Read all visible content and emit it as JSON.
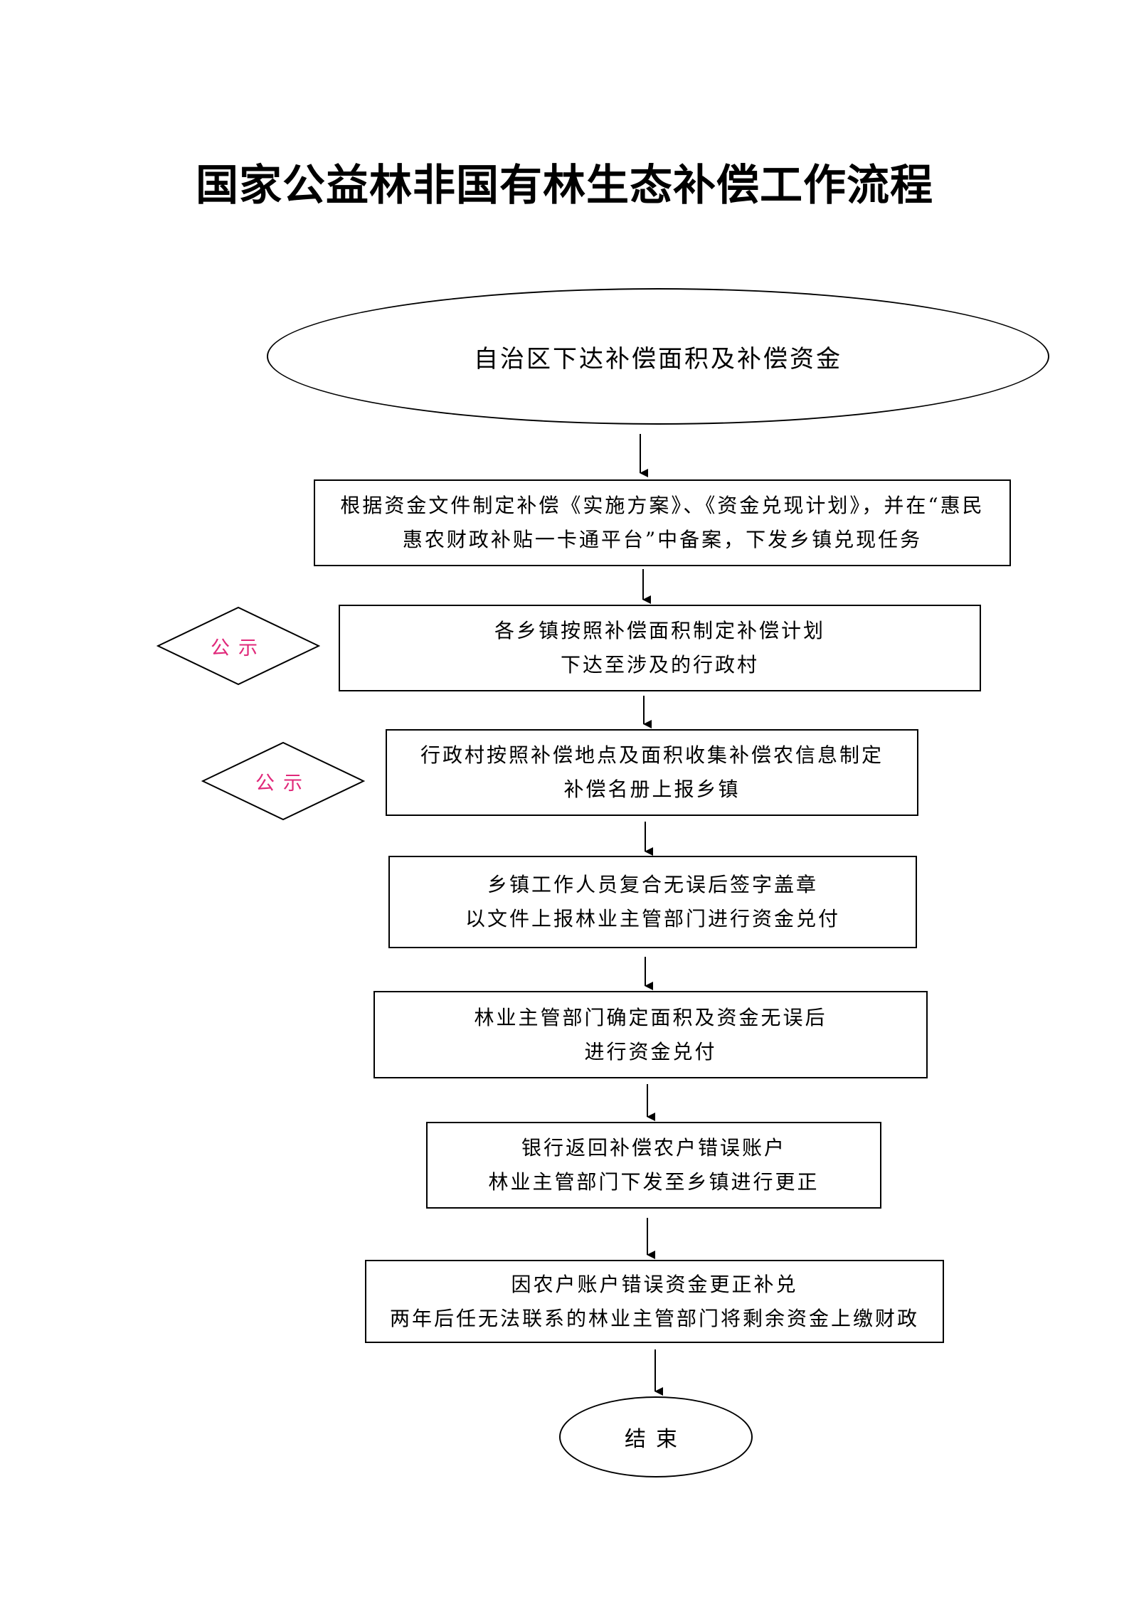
{
  "title": "国家公益林非国有林生态补偿工作流程",
  "start": "自治区下达补偿面积及补偿资金",
  "steps": [
    {
      "line1": "根据资金文件制定补偿《实施方案》、《资金兑现计划》，并在“惠民",
      "line2": "惠农财政补贴一卡通平台”中备案，下发乡镇兑现任务"
    },
    {
      "line1": "各乡镇按照补偿面积制定补偿计划",
      "line2": "下达至涉及的行政村"
    },
    {
      "line1": "行政村按照补偿地点及面积收集补偿农信息制定",
      "line2": "补偿名册上报乡镇"
    },
    {
      "line1": "乡镇工作人员复合无误后签字盖章",
      "line2": "以文件上报林业主管部门进行资金兑付"
    },
    {
      "line1": "林业主管部门确定面积及资金无误后",
      "line2": "进行资金兑付"
    },
    {
      "line1": "银行返回补偿农户错误账户",
      "line2": "林业主管部门下发至乡镇进行更正"
    },
    {
      "line1": "因农户账户错误资金更正补兑",
      "line2": "两年后任无法联系的林业主管部门将剩余资金上缴财政"
    }
  ],
  "publicity": [
    "公示",
    "公示"
  ],
  "end": "结束",
  "colors": {
    "publicity_text": "#e0287a",
    "line": "#000000"
  }
}
